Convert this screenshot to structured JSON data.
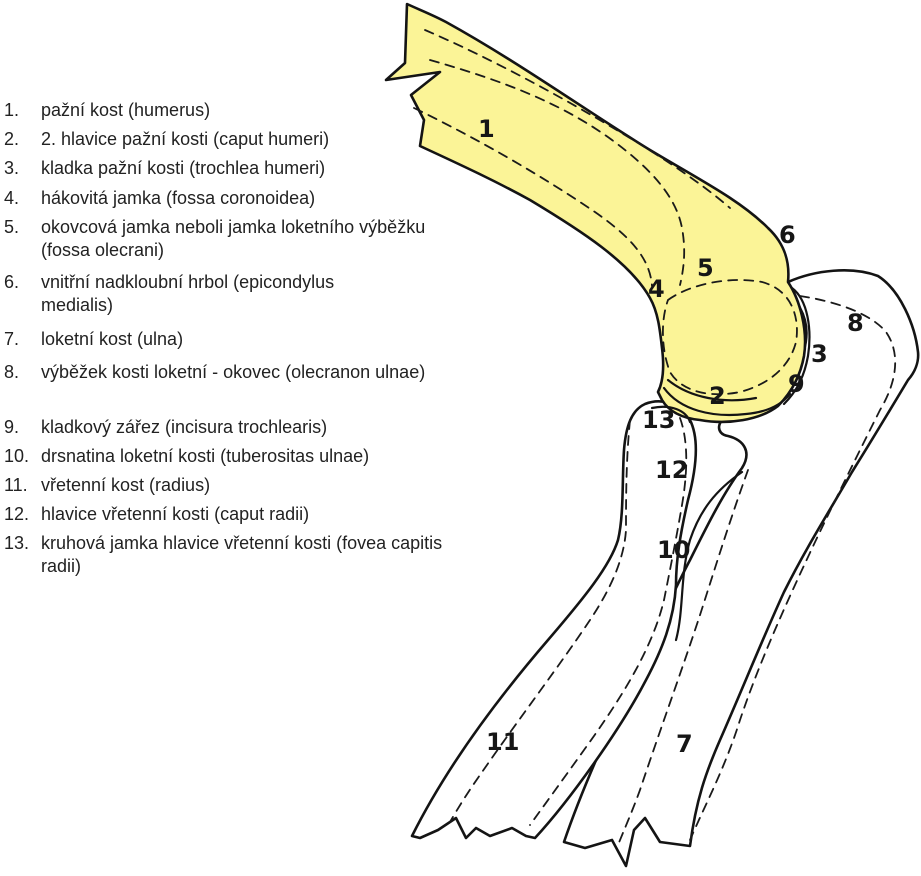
{
  "legend": {
    "items": [
      {
        "num": "1.",
        "text": "pažní kost (humerus)"
      },
      {
        "num": "2.",
        "text": "2. hlavice pažní kosti (caput humeri)"
      },
      {
        "num": "3.",
        "text": "kladka pažní kosti (trochlea humeri)"
      },
      {
        "num": "4.",
        "text": "hákovitá jamka (fossa coronoidea)"
      },
      {
        "num": "5.",
        "text": "okovcová jamka neboli jamka loketního výběžku (fossa olecrani)"
      },
      {
        "num": "6.",
        "text": "vnitřní nadkloubní hrbol (epicondylus medialis)"
      },
      {
        "num": "7.",
        "text": "loketní kost (ulna)"
      },
      {
        "num": "8.",
        "text": "výběžek kosti loketní - okovec (olecranon ulnae)"
      },
      {
        "num": "9.",
        "text": "kladkový zářez (incisura trochlearis)"
      },
      {
        "num": "10.",
        "text": "drsnatina loketní kosti (tuberositas ulnae)"
      },
      {
        "num": "11.",
        "text": "vřetenní kost (radius)"
      },
      {
        "num": "12.",
        "text": "hlavice vřetenní kosti (caput radii)"
      },
      {
        "num": "13.",
        "text": "kruhová jamka hlavice vřetenní kosti (fovea capitis radii)"
      }
    ]
  },
  "diagram": {
    "labels": {
      "n1": "1",
      "n2": "2",
      "n3": "3",
      "n4": "4",
      "n5": "5",
      "n6": "6",
      "n7": "7",
      "n8": "8",
      "n9": "9",
      "n10": "10",
      "n11": "11",
      "n12": "12",
      "n13": "13"
    }
  },
  "colors": {
    "humerus_fill": "#fbf497",
    "forearm_fill": "#ffffff",
    "stroke": "#141414"
  }
}
